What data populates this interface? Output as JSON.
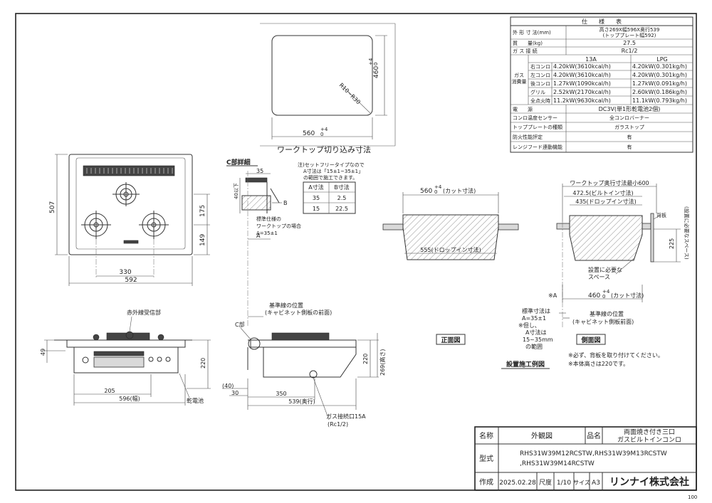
{
  "spec": {
    "title": "仕　　様　　表",
    "rows": {
      "dims": {
        "label": "外 形 寸 法(mm)",
        "value": "高さ269X幅596X奥行539",
        "value2": "(トッププレート幅592)"
      },
      "mass": {
        "label": "質　　量(kg)",
        "value": "27.5"
      },
      "gasconn": {
        "label": "ガ ス 接 続",
        "value": "Rc1/2"
      },
      "gas_head": {
        "a": "13A",
        "b": "LPG"
      },
      "gas_group": {
        "l1": "ガス",
        "l2": "消費量"
      },
      "right": {
        "label": "右コンロ",
        "a": "4.20kW(3610kcal/h)",
        "b": "4.20kW(0.301kg/h)"
      },
      "left": {
        "label": "左コンロ",
        "a": "4.20kW(3610kcal/h)",
        "b": "4.20kW(0.301kg/h)"
      },
      "back": {
        "label": "後コンロ",
        "a": "1.27kW(1090kcal/h)",
        "b": "1.27kW(0.091kg/h)"
      },
      "grill": {
        "label": "グリル",
        "a": "2.52kW(2170kcal/h)",
        "b": "2.60kW(0.186kg/h)"
      },
      "all": {
        "label": "全点火時",
        "a": "11.2kW(9630kcal/h)",
        "b": "11.1kW(0.793kg/h)"
      },
      "power": {
        "label": "電　　源",
        "value": "DC3V(単1形乾電池2個)"
      },
      "sensor": {
        "label": "コンロ温度センサー",
        "value": "全コンロバーナー"
      },
      "plate": {
        "label": "トッププレートの種類",
        "value": "ガラストップ"
      },
      "fire": {
        "label": "防火性能評定",
        "value": "有"
      },
      "hood": {
        "label": "レンジフード連動機能",
        "value": "有"
      }
    }
  },
  "cutout": {
    "caption": "ワークトップ切り込み寸法",
    "w": "560",
    "w_tol_top": "+4",
    "w_tol_bot": "0",
    "d": "460",
    "d_tol_top": "+4",
    "d_tol_bot": "0",
    "radius": "R10~R30"
  },
  "plan": {
    "d507": "507",
    "d175": "175",
    "d149": "149",
    "d330": "330",
    "d592": "592"
  },
  "detail": {
    "title": "C部詳細",
    "d35": "35",
    "d40": "40以下",
    "B": "B",
    "A": "A",
    "std1": "標準仕様の",
    "std2": "ワークトップの場合",
    "std3": "A=35±1",
    "note1": "注)セットフリータイプなので",
    "note2": "A寸法は「15±1~35±1」",
    "note3": "の範囲で施工できます。",
    "table": {
      "h1": "A寸法",
      "h2": "B寸法",
      "r1a": "35",
      "r1b": "2.5",
      "r2a": "15",
      "r2b": "22.5"
    }
  },
  "front_sec": {
    "w": "560",
    "w_tol_top": "+4",
    "w_tol_bot": "0",
    "cut": "(カット寸法)",
    "drop": "555(ドロップイン寸法)",
    "label": "正面図"
  },
  "side_sec": {
    "min": "ワークトップ奥行寸法最小600",
    "built": "472.5(ビルトイン寸法)",
    "drop": "435(ドロップイン寸法)",
    "back": "背板",
    "d225": "225",
    "space_v": "(設置に必要なスペース)",
    "space1": "設置に必要な",
    "space2": "スペース",
    "starA": "※A",
    "cut": "460",
    "cut_tol_top": "+4",
    "cut_tol_bot": "0",
    "cut_lbl": "(カット寸法)",
    "ref1": "基準線の位置",
    "ref2": "(キャビネット側板前面)",
    "std1": "標準寸法は",
    "std2": "A=35±1",
    "std3": "※但し、",
    "std4": "A寸法は",
    "std5": "15~35mm",
    "std6": "の範囲",
    "label": "側面図",
    "note1": "※必ず、背板を取り付けてください。",
    "note2": "※本体高さは220です。",
    "group": "設置施工例図"
  },
  "front_view": {
    "ir": "赤外線受信部",
    "d49": "49",
    "d220": "220",
    "d205": "205",
    "d596": "596(幅)",
    "battery": "乾電池"
  },
  "side_view": {
    "ref1": "基準線の位置",
    "ref2": "(キャビネット側板の前面)",
    "C": "C部",
    "d40": "(40)",
    "d30": "30",
    "d350": "350",
    "d539": "539(奥行)",
    "d220": "220",
    "d269": "269(高さ)",
    "gas1": "ガス接続口15A",
    "gas2": "(Rc1/2)"
  },
  "titleblock": {
    "name_l": "名称",
    "name_v": "外観図",
    "prod_l": "品名",
    "prod_v1": "両面焼き付き三口",
    "prod_v2": "ガスビルトインコンロ",
    "model_l": "型式",
    "model_v1": "RHS31W39M12RCSTW,RHS31W39M13RCSTW",
    "model_v2": ",RHS31W39M14RCSTW",
    "made_l": "作成",
    "date": "2025.02.28",
    "scale_l": "尺度",
    "scale_v": "1/10",
    "size_l": "サイズ",
    "size_v": "A3",
    "company": "リンナイ株式会社",
    "page": "100"
  }
}
